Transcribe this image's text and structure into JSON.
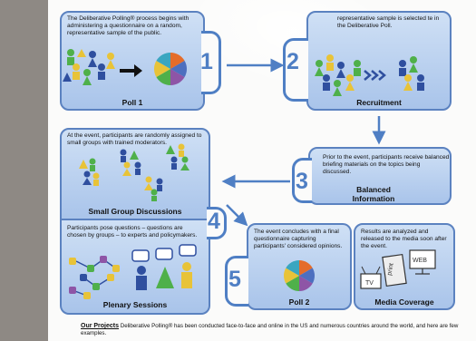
{
  "poll1": {
    "text": "The Deliberative Polling® process begins with administering a questionnaire on a random, representative sample of the public.",
    "title": "Poll 1"
  },
  "recruitment": {
    "text": "representative sample is selected te in the Deliberative Poll.",
    "title": "Recruitment"
  },
  "balanced": {
    "text": "Prior to the event, participants receive balanced briefing materials on the topics being discussed.",
    "title_line1": "Balanced",
    "title_line2": "Information"
  },
  "small_group": {
    "text": "At the event, participants are randomly assigned to small groups with trained moderators.",
    "title": "Small Group Discussions"
  },
  "plenary": {
    "text": "Participants pose questions – questions are chosen by groups – to experts and policymakers.",
    "title": "Plenary Sessions"
  },
  "poll2": {
    "text": "The event concludes with a final questionnaire capturing participants' considered opinions.",
    "title": "Poll 2"
  },
  "media": {
    "text": "Results are analyzed and released to the media soon after the event.",
    "title": "Media Coverage",
    "tv_label": "TV",
    "print_label": "print",
    "web_label": "WEB"
  },
  "steps": {
    "s1": "1",
    "s2": "2",
    "s3": "3",
    "s4": "4",
    "s5": "5"
  },
  "footer": {
    "heading": "Our Projects",
    "text": " Deliberative Polling® has been conducted face-to-face and online in the US and numerous countries around the world, and here are few examples."
  },
  "colors": {
    "panel_border": "#5b82c0",
    "arrow": "#4f7fc4",
    "pie": [
      "#e46c2a",
      "#4d6fbf",
      "#8e55a6",
      "#4fb04a",
      "#e8c338",
      "#3aa6c0"
    ]
  }
}
